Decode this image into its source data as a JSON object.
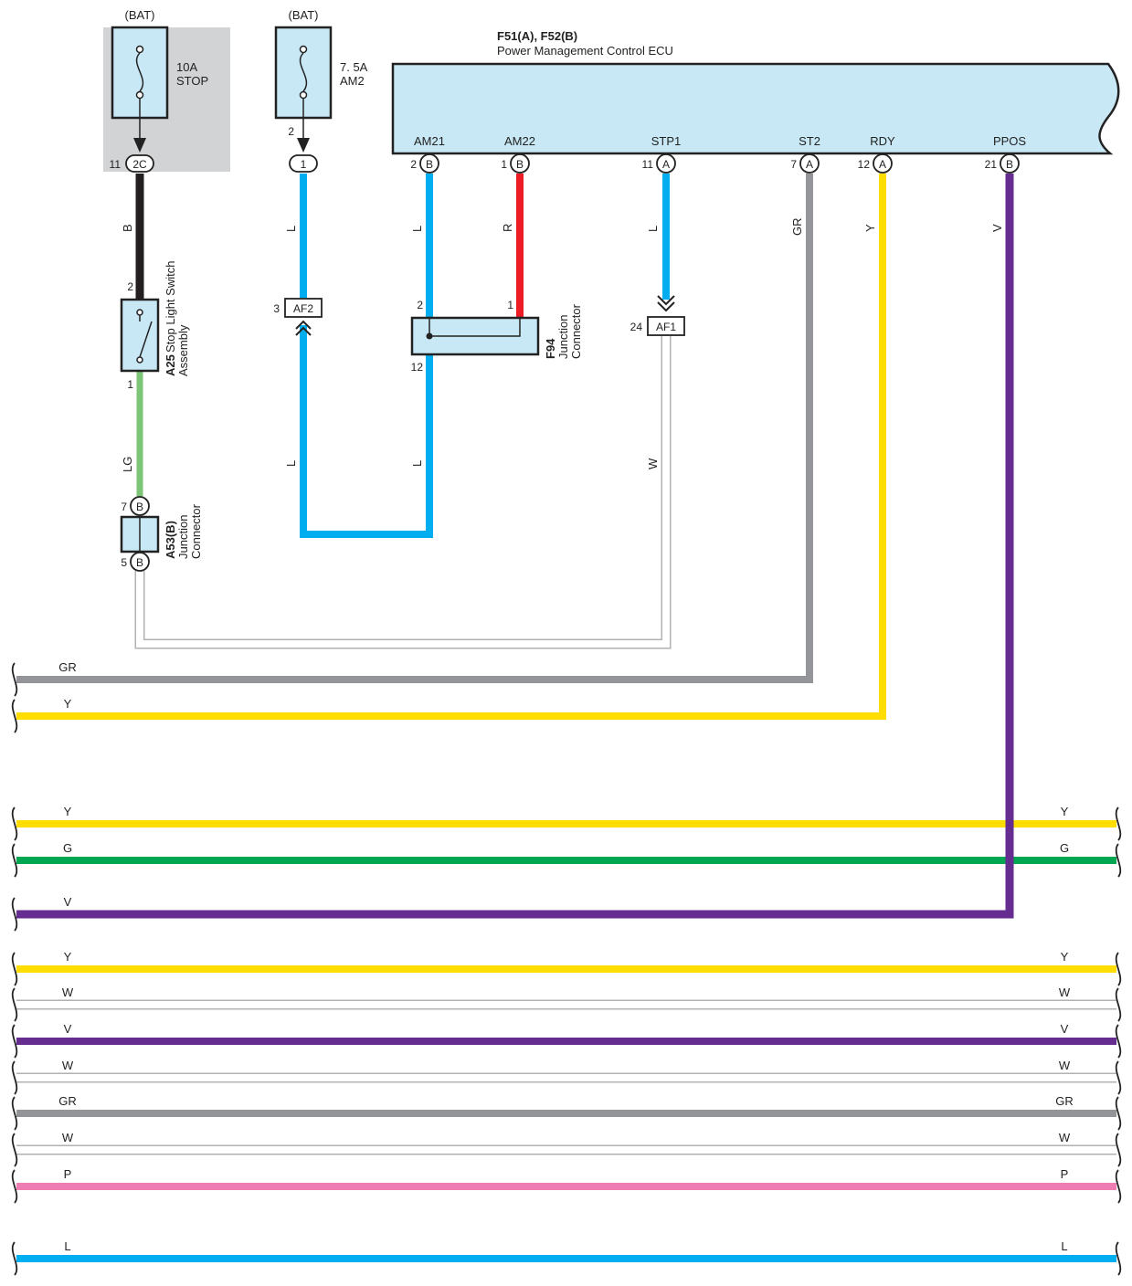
{
  "fuses": [
    {
      "bat": "(BAT)",
      "rating": "10A",
      "name": "STOP"
    },
    {
      "bat": "(BAT)",
      "rating": "7. 5A",
      "name": "AM2"
    }
  ],
  "ecu": {
    "code": "F51(A), F52(B)",
    "name": "Power Management Control ECU",
    "terminals": [
      {
        "name": "AM21",
        "pin": "2",
        "conn": "B"
      },
      {
        "name": "AM22",
        "pin": "1",
        "conn": "B"
      },
      {
        "name": "STP1",
        "pin": "11",
        "conn": "A"
      },
      {
        "name": "ST2",
        "pin": "7",
        "conn": "A"
      },
      {
        "name": "RDY",
        "pin": "12",
        "conn": "A"
      },
      {
        "name": "PPOS",
        "pin": "21",
        "conn": "B"
      }
    ]
  },
  "connectors": {
    "stop_fuse_out": {
      "pin": "11",
      "label": "2C"
    },
    "am2_fuse_out": {
      "pin": "2",
      "label": "1"
    },
    "af2": {
      "pin": "3",
      "label": "AF2"
    },
    "af1": {
      "pin": "24",
      "label": "AF1"
    }
  },
  "components": {
    "a25": {
      "code": "A25",
      "line1": "Stop Light Switch",
      "line2": "Assembly",
      "pin_top": "2",
      "pin_bottom": "1"
    },
    "f94": {
      "code": "F94",
      "line1": "Junction",
      "line2": "Connector",
      "pin_left": "2",
      "pin_right": "1",
      "pin_bottom": "12"
    },
    "a53": {
      "code": "A53(B)",
      "line1": "Junction",
      "line2": "Connector",
      "pin_top": "7",
      "pin_bottom": "5",
      "conn": "B"
    }
  },
  "wire_labels": {
    "stop_b": "B",
    "stop_lg": "LG",
    "am2_l": "L",
    "am2_l_low": "L",
    "am21_l": "L",
    "am21_l_low": "L",
    "am22_r": "R",
    "stp1_l": "L",
    "af1_w": "W",
    "st2_gr": "GR",
    "rdy_y": "Y",
    "ppos_v": "V"
  },
  "harness": [
    {
      "label": "GR",
      "color": "#939598",
      "right": false
    },
    {
      "label": "Y",
      "color": "#ffdd00",
      "right": false
    },
    {
      "label": "Y",
      "color": "#ffdd00",
      "right": true
    },
    {
      "label": "G",
      "color": "#00a651",
      "right": true
    },
    {
      "label": "V",
      "color": "#662d91",
      "right": false
    },
    {
      "label": "Y",
      "color": "#ffdd00",
      "right": true
    },
    {
      "label": "W",
      "color": "#ffffff",
      "right": true
    },
    {
      "label": "V",
      "color": "#662d91",
      "right": true
    },
    {
      "label": "W",
      "color": "#ffffff",
      "right": true
    },
    {
      "label": "GR",
      "color": "#939598",
      "right": true
    },
    {
      "label": "W",
      "color": "#ffffff",
      "right": true
    },
    {
      "label": "P",
      "color": "#f07cb4",
      "right": true
    },
    {
      "label": "L",
      "color": "#00aeef",
      "right": true
    }
  ],
  "colors": {
    "blue": "#00aeef",
    "red": "#ed1c24",
    "black": "#231f20",
    "gray": "#939598",
    "yellow": "#ffdd00",
    "green": "#00a651",
    "violet": "#662d91",
    "pink": "#f07cb4",
    "light_green": "#7cc576",
    "box_fill": "#c8e8f5",
    "fuse_bg": "#d1d3d4"
  }
}
